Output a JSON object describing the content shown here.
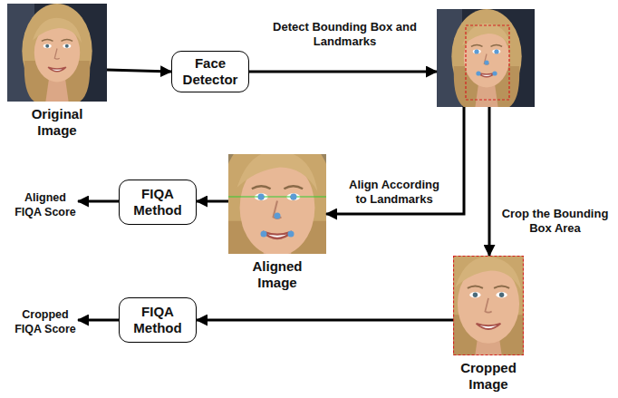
{
  "diagram": {
    "nodes": [
      {
        "text": [
          "Original Image"
        ]
      },
      {
        "text": [
          "Face Detector"
        ]
      },
      {
        "text": []
      },
      {
        "text": [
          "Aligned FIQA Score"
        ]
      },
      {
        "text": [
          "FIQA Method"
        ]
      },
      {
        "text": [
          "Aligned Image"
        ]
      },
      {
        "text": [
          "Cropped FIQA Score"
        ]
      },
      {
        "text": [
          "FIQA Method"
        ]
      },
      {
        "text": [
          "Cropped Image"
        ]
      }
    ],
    "edges": [
      {
        "from": 0,
        "to": 1,
        "arrow": "to"
      },
      {
        "from": 1,
        "to": 2,
        "label": "Detect Bounding Box and Landmarks",
        "arrow": "to"
      },
      {
        "from": 2,
        "to": 5,
        "label": "Align According to Landmarks",
        "arrow": "to"
      },
      {
        "from": 2,
        "to": 8,
        "label": "Crop the Bounding Box Area",
        "arrow": "to"
      },
      {
        "from": 5,
        "to": 4,
        "arrow": "to"
      },
      {
        "from": 4,
        "to": 3,
        "arrow": "to"
      },
      {
        "from": 8,
        "to": 7,
        "arrow": "to"
      },
      {
        "from": 7,
        "to": 6,
        "arrow": "to"
      }
    ]
  }
}
